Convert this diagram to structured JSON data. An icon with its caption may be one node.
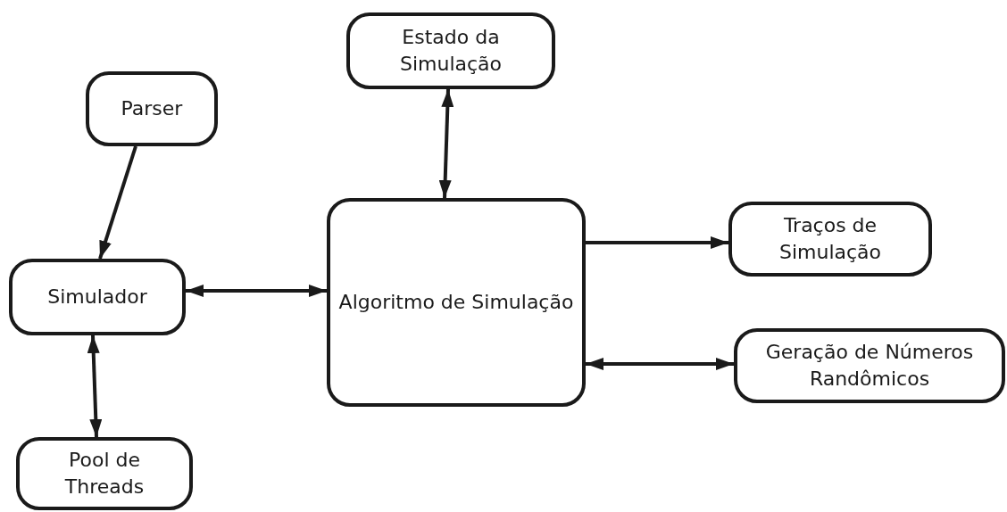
{
  "diagram": {
    "nodes": [
      {
        "text": [
          "Estado da Simulação"
        ]
      },
      {
        "text": [
          "Parser"
        ]
      },
      {
        "text": [
          "Algoritmo de Simulação"
        ]
      },
      {
        "text": [
          "Traços de Simulação"
        ]
      },
      {
        "text": [
          "Simulador"
        ]
      },
      {
        "text": [
          "Geração de Números Randômicos"
        ]
      },
      {
        "text": [
          "Pool de Threads"
        ]
      }
    ],
    "edges": [
      {
        "from": 1,
        "to": 4,
        "arrow": "to"
      },
      {
        "from": 0,
        "to": 2,
        "arrow": "both"
      },
      {
        "from": 4,
        "to": 2,
        "arrow": "both"
      },
      {
        "from": 2,
        "to": 3,
        "arrow": "to"
      },
      {
        "from": 2,
        "to": 5,
        "arrow": "both"
      },
      {
        "from": 4,
        "to": 6,
        "arrow": "both"
      }
    ]
  }
}
